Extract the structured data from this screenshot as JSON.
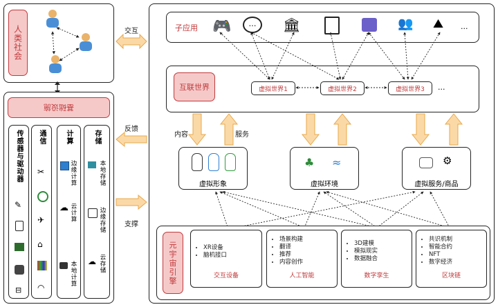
{
  "society": {
    "title": "人类社会"
  },
  "infra": {
    "title": "基础设施",
    "columns": [
      {
        "title": "传感器与驱动器",
        "items": []
      },
      {
        "title": "通信",
        "items": []
      },
      {
        "title": "计算",
        "items": [
          "边缘计算",
          "云计算",
          "本地计算"
        ]
      },
      {
        "title": "存储",
        "items": [
          "本地存储",
          "边缘存储",
          "云存储"
        ]
      }
    ]
  },
  "links": {
    "interact": "交互",
    "feedback": "反馈",
    "support": "支撑"
  },
  "apps": {
    "title": "子应用",
    "more": "..."
  },
  "internet": {
    "title": "互联世界",
    "worlds": [
      "虚拟世界1",
      "虚拟世界2",
      "虚拟世界3"
    ],
    "more": "..."
  },
  "flows": {
    "content": "内容",
    "service": "服务"
  },
  "blocks": {
    "avatar": "虚拟形象",
    "environment": "虚拟环境",
    "services": "虚拟服务/商品"
  },
  "engine": {
    "title": "元宇宙引擎",
    "modules": [
      {
        "title": "交互设备",
        "items": [
          "XR设备",
          "脑机接口"
        ]
      },
      {
        "title": "人工智能",
        "items": [
          "场景构建",
          "翻译",
          "推荐",
          "内容创作"
        ]
      },
      {
        "title": "数字孪生",
        "items": [
          "3D建模",
          "模拟现实",
          "数据融合"
        ]
      },
      {
        "title": "区块链",
        "items": [
          "共识机制",
          "智能合约",
          "NFT",
          "数字经济"
        ]
      }
    ]
  }
}
